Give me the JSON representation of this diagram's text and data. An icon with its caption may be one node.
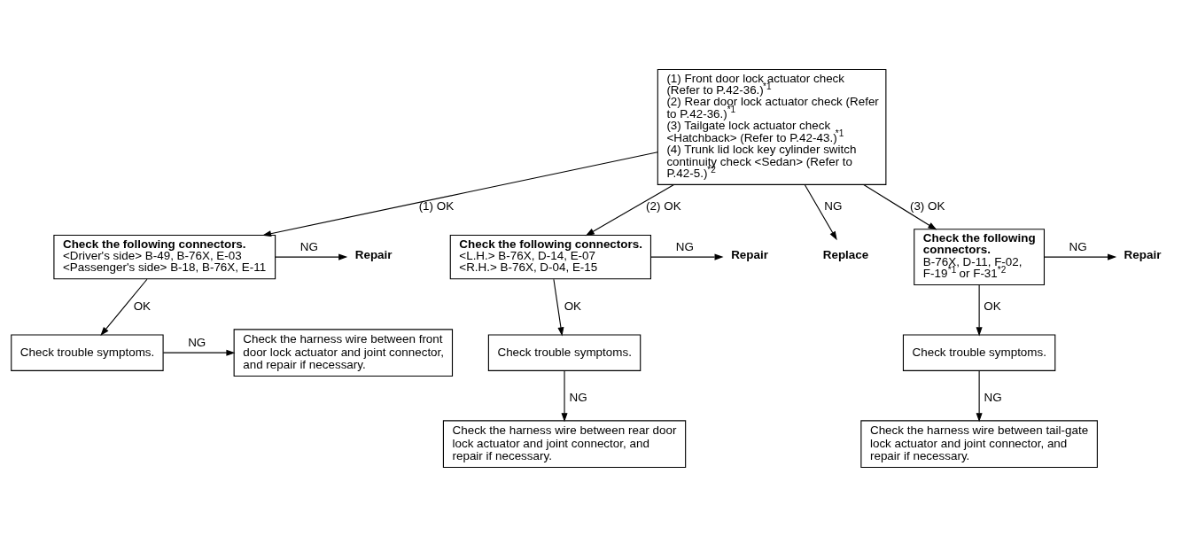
{
  "diagram": {
    "nodes": [
      {
        "text": [
          "(1) Front door lock actuator check (Refer to P.42-36.)$^{*1}$",
          "(2) Rear door lock actuator check (Refer to P.42-36.)$^{*1}$",
          "(3) Tailgate lock actuator check <Hatchback> (Refer to P.42-43.)$^{*1}$",
          "(4) Trunk lid lock key cylinder switch continuity check <Sedan> (Refer to P.42-5.)$^{*2}$"
        ]
      },
      {
        "text": [
          "Check the following connectors.",
          "<Driver's side> B-49, B-76X, E-03",
          "<Passenger's side> B-18, B-76X, E-11"
        ]
      },
      {
        "text": [
          "Repair"
        ]
      },
      {
        "text": [
          "Check trouble symptoms."
        ]
      },
      {
        "text": [
          "Check the harness wire between front door lock actuator and joint connector, and repair if necessary."
        ]
      },
      {
        "text": [
          "Check the following connectors.",
          "<L.H.> B-76X, D-14, E-07",
          "<R.H.> B-76X, D-04, E-15"
        ]
      },
      {
        "text": [
          "Repair"
        ]
      },
      {
        "text": [
          "Check trouble symptoms."
        ]
      },
      {
        "text": [
          "Check the harness wire between rear door lock actuator and joint connector, and repair if necessary."
        ]
      },
      {
        "text": [
          "Replace"
        ]
      },
      {
        "text": [
          "Check the following connectors.",
          "B-76X, D-11, F-02, F-19$^{*1}$ or F-31$^{*2}$"
        ]
      },
      {
        "text": [
          "Repair"
        ]
      },
      {
        "text": [
          "Check trouble symptoms."
        ]
      },
      {
        "text": [
          "Check the harness wire between tail-gate lock actuator and joint connector, and repair if necessary."
        ]
      }
    ],
    "edges": [
      {
        "from": 0,
        "to": 1,
        "arrow": "to",
        "label": "(1) OK"
      },
      {
        "from": 1,
        "to": 2,
        "arrow": "to",
        "label": "NG"
      },
      {
        "from": 1,
        "to": 3,
        "arrow": "to",
        "label": "OK"
      },
      {
        "from": 3,
        "to": 4,
        "arrow": "to",
        "label": "NG"
      },
      {
        "from": 0,
        "to": 5,
        "arrow": "to",
        "label": "(2) OK"
      },
      {
        "from": 5,
        "to": 6,
        "arrow": "to",
        "label": "NG"
      },
      {
        "from": 5,
        "to": 7,
        "arrow": "to",
        "label": "OK"
      },
      {
        "from": 7,
        "to": 8,
        "arrow": "to",
        "label": "NG"
      },
      {
        "from": 0,
        "to": 9,
        "arrow": "to",
        "label": "NG"
      },
      {
        "from": 0,
        "to": 10,
        "arrow": "to",
        "label": "(3) OK"
      },
      {
        "from": 10,
        "to": 11,
        "arrow": "to",
        "label": "NG"
      },
      {
        "from": 10,
        "to": 12,
        "arrow": "to",
        "label": "OK"
      },
      {
        "from": 12,
        "to": 13,
        "arrow": "to",
        "label": "NG"
      }
    ]
  }
}
